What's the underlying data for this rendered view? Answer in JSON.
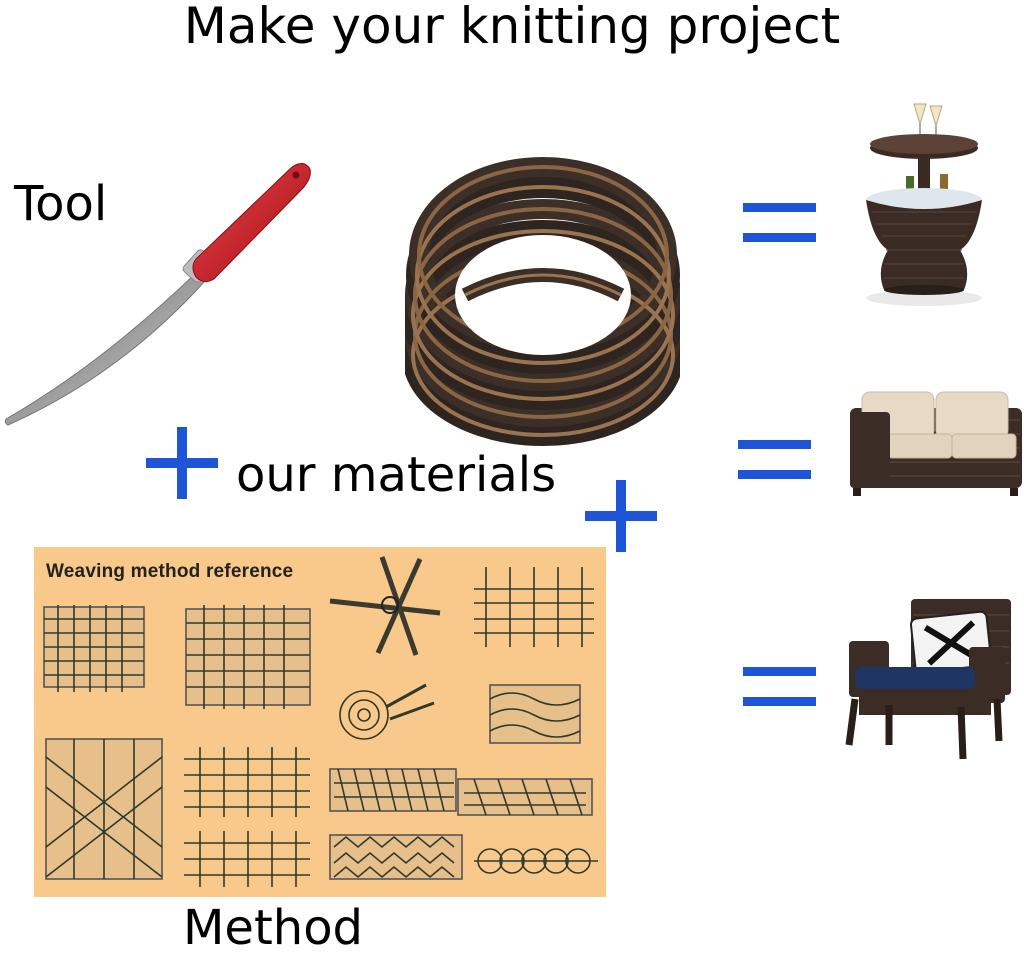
{
  "title": "Make your knitting project",
  "labels": {
    "tool": "Tool",
    "materials": "our materials",
    "method": "Method"
  },
  "symbols": {
    "plus": "+",
    "equals": "="
  },
  "reference": {
    "title": "Weaving method reference"
  },
  "colors": {
    "accent_blue": "#1d55d6",
    "panel_bg": "#f8c98a",
    "knife_handle": "#c8181d",
    "rattan_dark": "#3a2e27",
    "rattan_light": "#9a7350",
    "cushion_beige": "#e7d9c5",
    "cushion_navy": "#1f3563"
  },
  "icons": [
    "weaving-knife-icon",
    "rattan-coil-icon",
    "cooler-table-icon",
    "loveseat-icon",
    "armchair-icon",
    "weave-pattern-icon"
  ]
}
